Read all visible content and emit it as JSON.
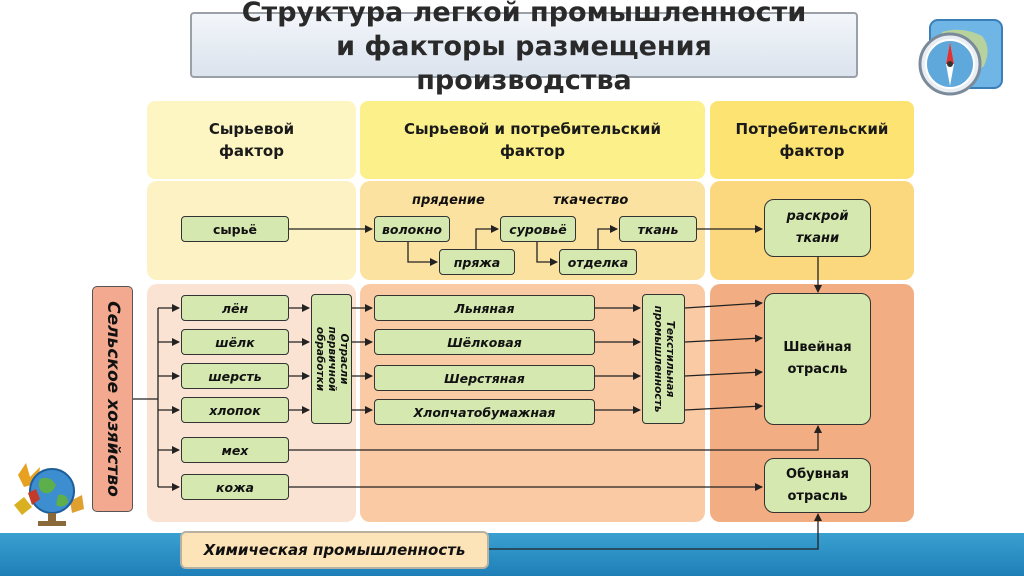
{
  "title": "Структура легкой промышленности\nи факторы размещения\nпроизводства",
  "headers": {
    "raw": "Сырьевой\nфактор",
    "raw_consumer": "Сырьевой и потребительский\nфактор",
    "consumer": "Потребительский\nфактор"
  },
  "labels": {
    "spinning": "прядение",
    "weaving": "ткачество"
  },
  "nodes": {
    "raw_material": "сырьё",
    "fiber": "волокно",
    "yarn": "пряжа",
    "greige": "суровьё",
    "finishing": "отделка",
    "fabric": "ткань",
    "cutting": "раскрой\nткани",
    "flax": "лён",
    "silk": "шёлк",
    "wool": "шерсть",
    "cotton": "хлопок",
    "fur": "мех",
    "leather": "кожа",
    "primary_processing": "Отрасли первичной\nобработки",
    "linen_ind": "Льняная",
    "silk_ind": "Шёлковая",
    "wool_ind": "Шерстяная",
    "cotton_ind": "Хлопчатобумажная",
    "textile_ind": "Текстильная\nпромышленность",
    "sewing": "Швейная\nотрасль",
    "footwear": "Обувная\nотрасль",
    "agriculture": "Сельское хозяйство",
    "chemical": "Химическая промышленность"
  },
  "colors": {
    "node_fill": "#d5e8b0",
    "col1_header": "#fdf6c3",
    "col2_header": "#fbf08a",
    "col3_header": "#fde372",
    "col1_row1": "#fdf2c4",
    "col2_row1": "#fbe2a0",
    "col3_row1": "#fbd77e",
    "col1_row2": "#fbe3d3",
    "col2_row2": "#f9caa4",
    "col3_row2": "#f2ae82",
    "agriculture_fill": "#f2a98f",
    "chemical_fill": "#fde3b8"
  }
}
